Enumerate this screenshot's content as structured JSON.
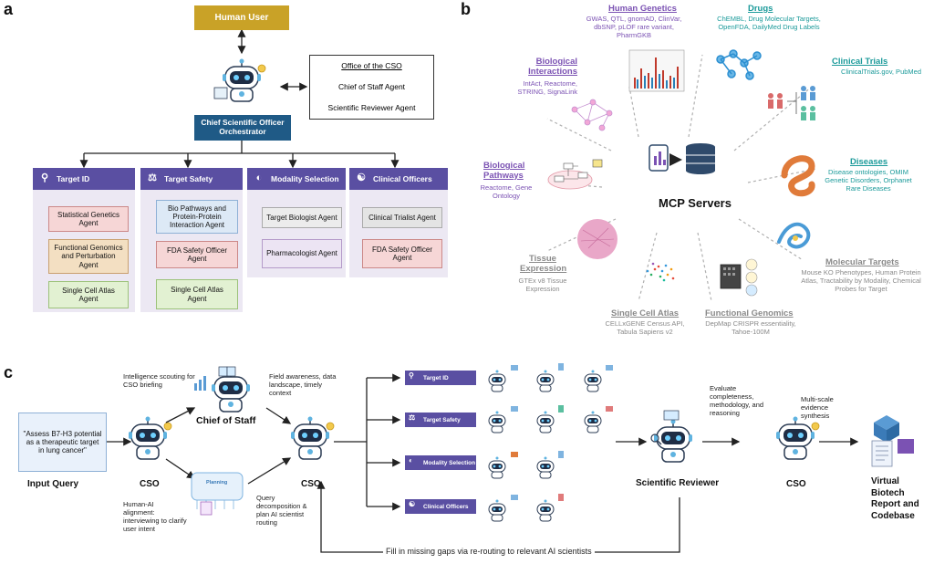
{
  "panel_a": {
    "letter": "a",
    "human_user": "Human User",
    "orchestrator": "Chief Scientific Officer Orchestrator",
    "cso_office": {
      "title": "Office of the CSO",
      "items": [
        "Chief of Staff Agent",
        "Scientific Reviewer Agent"
      ]
    },
    "columns": [
      {
        "header": "Target ID",
        "icon": "magnifier-icon",
        "agents": [
          "Statistical Genetics Agent",
          "Functional Genomics and Perturbation Agent",
          "Single Cell Atlas Agent"
        ]
      },
      {
        "header": "Target Safety",
        "icon": "bottle-icon",
        "agents": [
          "Bio Pathways and Protein-Protein Interaction Agent",
          "FDA Safety Officer Agent",
          "Single Cell Atlas Agent"
        ]
      },
      {
        "header": "Modality Selection",
        "icon": "pill-icon",
        "agents": [
          "Target Biologist Agent",
          "Pharmacologist Agent"
        ]
      },
      {
        "header": "Clinical Officers",
        "icon": "stethoscope-icon",
        "agents": [
          "Clinical Trialist Agent",
          "FDA Safety Officer Agent"
        ]
      }
    ],
    "colors": {
      "gold": "#c9a227",
      "navy": "#1f5a86",
      "purple": "#5a4fa2",
      "pink": "#f6d6d6",
      "tan": "#f3dfc2",
      "green": "#e2f1d2",
      "blue": "#dde9f6",
      "lavender": "#ece4f3",
      "grey": "#e4e4e4"
    }
  },
  "panel_b": {
    "letter": "b",
    "center": "MCP Servers",
    "sources": {
      "human_genetics": {
        "title": "Human Genetics",
        "desc": "GWAS, QTL, gnomAD, ClinVar, dbSNP, pLOF rare variant, PharmGKB"
      },
      "drugs": {
        "title": "Drugs",
        "desc": "ChEMBL, Drug Molecular Targets, OpenFDA, DailyMed Drug Labels"
      },
      "biological_interactions": {
        "title": "Biological Interactions",
        "desc": "IntAct, Reactome, STRING, SignaLink"
      },
      "clinical_trials": {
        "title": "Clinical Trials",
        "desc": "ClinicalTrials.gov, PubMed"
      },
      "biological_pathways": {
        "title": "Biological Pathways",
        "desc": "Reactome, Gene Ontology"
      },
      "diseases": {
        "title": "Diseases",
        "desc": "Disease ontologies, OMIM Genetic Disorders, Orphanet Rare Diseases"
      },
      "tissue_expression": {
        "title": "Tissue Expression",
        "desc": "GTEx v8 Tissue Expression"
      },
      "molecular_targets": {
        "title": "Molecular Targets",
        "desc": "Mouse KO Phenotypes, Human Protein Atlas, Tractability by Modality, Chemical Probes for Target"
      },
      "single_cell_atlas": {
        "title": "Single Cell Atlas",
        "desc": "CELLxGENE Census API, Tabula Sapiens v2"
      },
      "functional_genomics": {
        "title": "Functional Genomics",
        "desc": "DepMap CRISPR essentiality, Tahoe-100M"
      }
    },
    "colors": {
      "purple": "#7b52b3",
      "teal": "#1b9a9a",
      "grey": "#8a8a8a",
      "server": "#2f4a6b"
    }
  },
  "panel_c": {
    "letter": "c",
    "query": "\"Assess B7-H3 potential as a therapeutic target in lung cancer\"",
    "input_label": "Input Query",
    "cso_label": "CSO",
    "chief_of_staff": "Chief of Staff",
    "intel_text": "Intelligence scouting for CSO briefing",
    "field_text": "Field awareness, data landscape, timely context",
    "alignment_text": "Human-AI alignment: interviewing to clarify user intent",
    "planning_label": "Planning",
    "decomp_text": "Query decomposition & plan AI scientist routing",
    "steps": [
      "Target ID",
      "Target Safety",
      "Modality Selection",
      "Clinical Officers"
    ],
    "reviewer": "Scientific Reviewer",
    "evaluate_text": "Evaluate completeness, methodology, and reasoning",
    "multiscale_text": "Multi-scale evidence synthesis",
    "report": "Virtual Biotech Report and Codebase",
    "feedback": "Fill in missing gaps via re-routing to relevant AI scientists"
  }
}
